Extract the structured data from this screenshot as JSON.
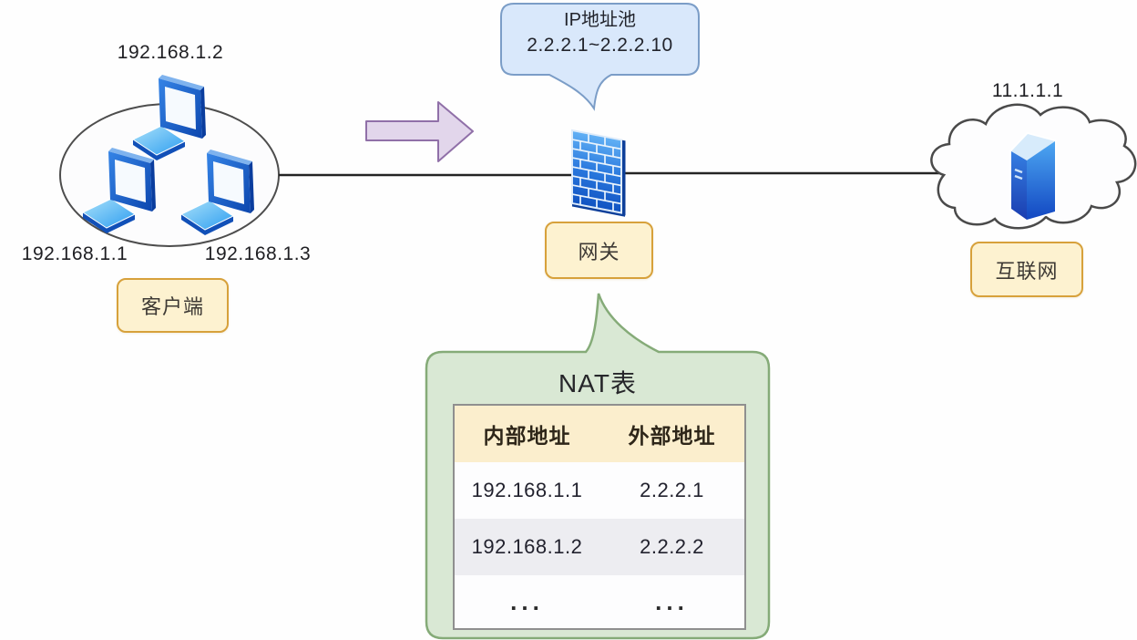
{
  "diagram": {
    "client": {
      "ips": {
        "top": "192.168.1.2",
        "bottom_left": "192.168.1.1",
        "bottom_right": "192.168.1.3"
      },
      "label": "客户端"
    },
    "gateway": {
      "label": "网关",
      "ip_pool_title": "IP地址池",
      "ip_pool_range": "2.2.2.1~2.2.2.10"
    },
    "internet": {
      "ip": "11.1.1.1",
      "label": "互联网"
    },
    "nat": {
      "title": "NAT表",
      "columns": [
        "内部地址",
        "外部地址"
      ],
      "rows": [
        [
          "192.168.1.1",
          "2.2.2.1"
        ],
        [
          "192.168.1.2",
          "2.2.2.2"
        ],
        [
          "...",
          "..."
        ]
      ]
    }
  },
  "icons": {
    "laptop": "laptop-icon",
    "firewall": "firewall-brick-wall-icon",
    "server": "server-tower-icon",
    "cloud": "internet-cloud-icon",
    "arrow": "flow-right-arrow-icon"
  },
  "colors": {
    "label_box_fill": "#fdf2d0",
    "label_box_border": "#d7a13b",
    "ip_pool_bubble_fill": "#d9e8fb",
    "ip_pool_bubble_border": "#7b9dc7",
    "nat_bubble_fill": "#d9e8d4",
    "nat_bubble_border": "#85ab78",
    "arrow_fill": "#e2d6eb",
    "arrow_border": "#9070a8",
    "device_blue": "#2a7de1",
    "table_header_bg": "#fbeecd",
    "table_alt_row_bg": "#ededf1",
    "connector_line": "#242424"
  }
}
